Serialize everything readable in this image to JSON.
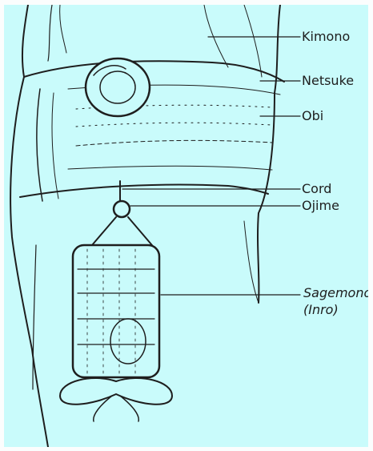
{
  "labels": {
    "kimono": "Kimono",
    "netsuke": "Netsuke",
    "obi": "Obi",
    "cord": "Cord",
    "ojime": "Ojime",
    "sagemono": "Sagemono",
    "inro": "(Inro)"
  },
  "colors": {
    "background": "#c9fbfb",
    "ink": "#1e1e1e",
    "frame": "#fbfdfd"
  }
}
